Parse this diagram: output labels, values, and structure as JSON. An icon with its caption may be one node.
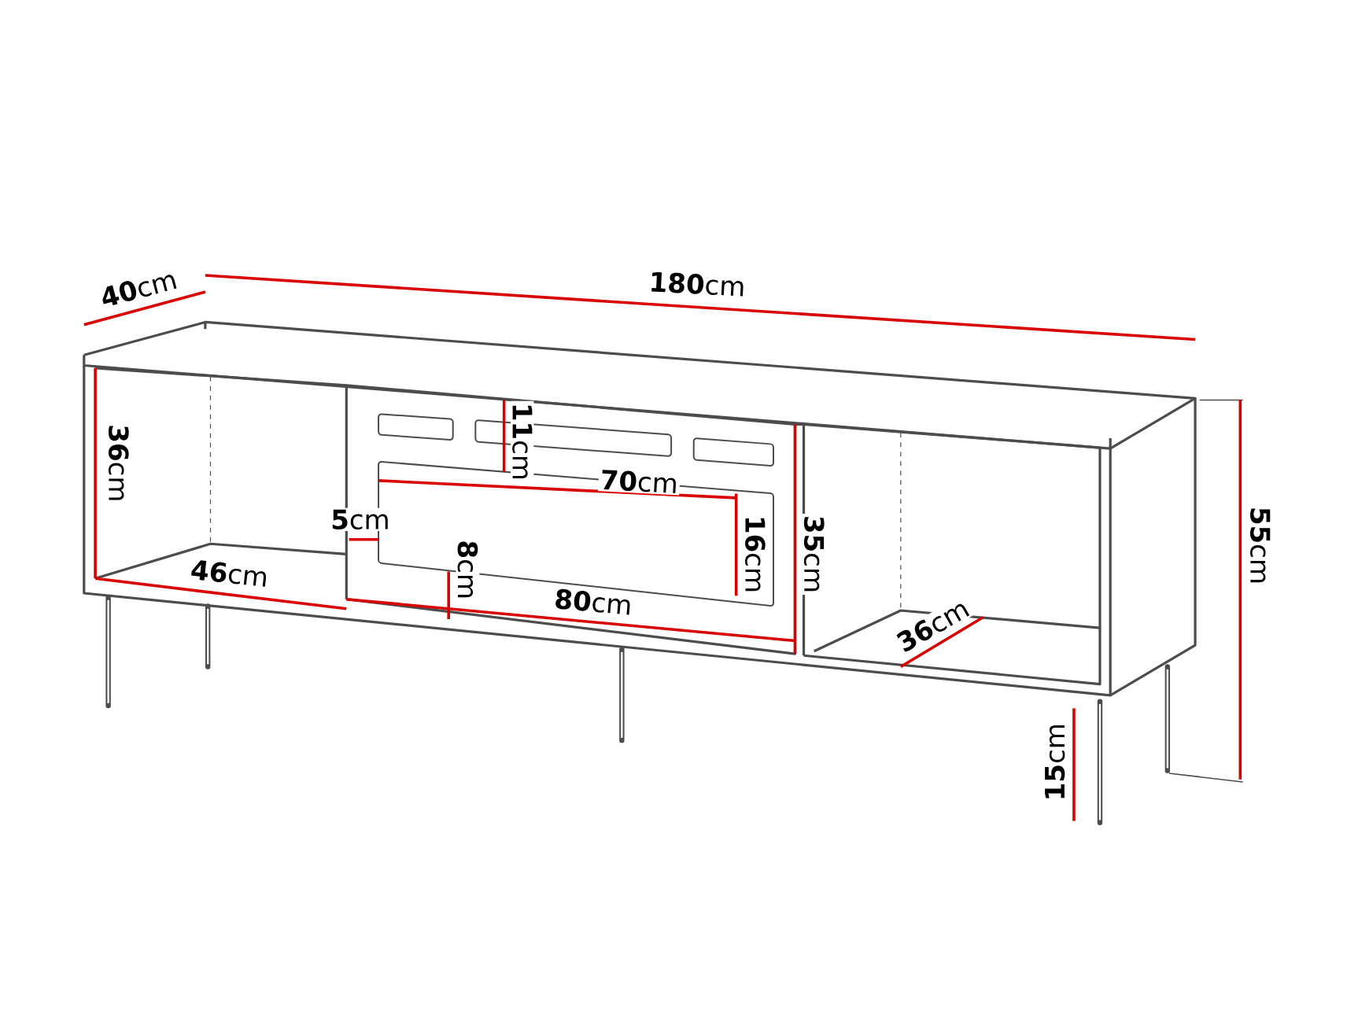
{
  "diagram": {
    "labels": [
      "**40**cm",
      "**180**cm",
      "**11**cm",
      "**36**cm",
      "**70**cm",
      "**5**cm",
      "**35**cm",
      "**16**cm",
      "**55**cm",
      "**8**cm",
      "**46**cm",
      "**80**cm",
      "**36**cm",
      "**15**cm"
    ]
  }
}
